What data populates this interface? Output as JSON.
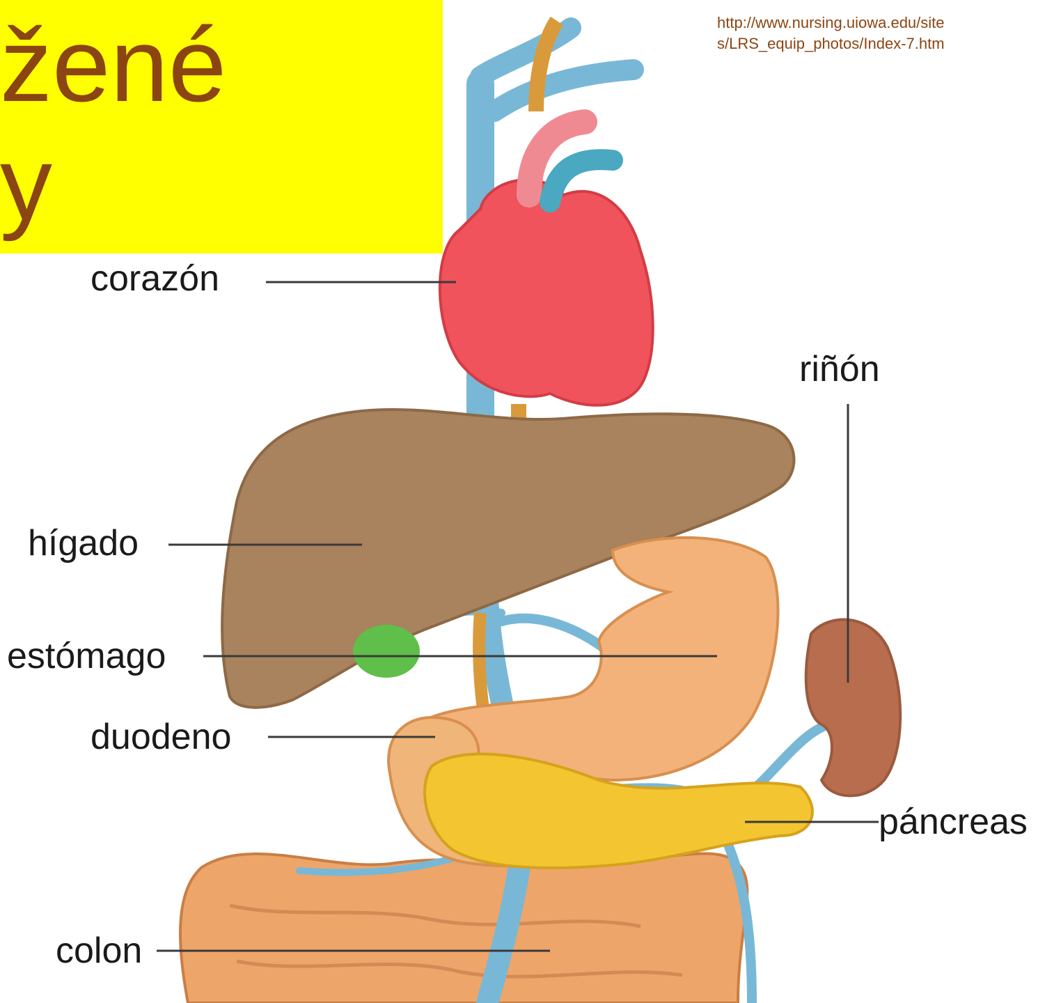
{
  "title": {
    "line1": "žené",
    "line2": "y"
  },
  "source_url": {
    "line1": "http://www.nursing.uiowa.edu/site",
    "line2": "s/LRS_equip_photos/Index-7.htm"
  },
  "labels": {
    "corazon": "corazón",
    "rinon": "riñón",
    "higado": "hígado",
    "estomago": "estómago",
    "duodeno": "duodeno",
    "pancreas": "páncreas",
    "colon": "colon"
  },
  "colors": {
    "title_background": "#ffff00",
    "title_text": "#8b4513",
    "heart": "#f0535b",
    "liver": "#a9825e",
    "stomach": "#f2b27a",
    "kidney": "#b86d4e",
    "pancreas": "#f3c531",
    "colon": "#eea569",
    "vessels": "#78b8d6",
    "gallbladder": "#5fbf4a"
  }
}
